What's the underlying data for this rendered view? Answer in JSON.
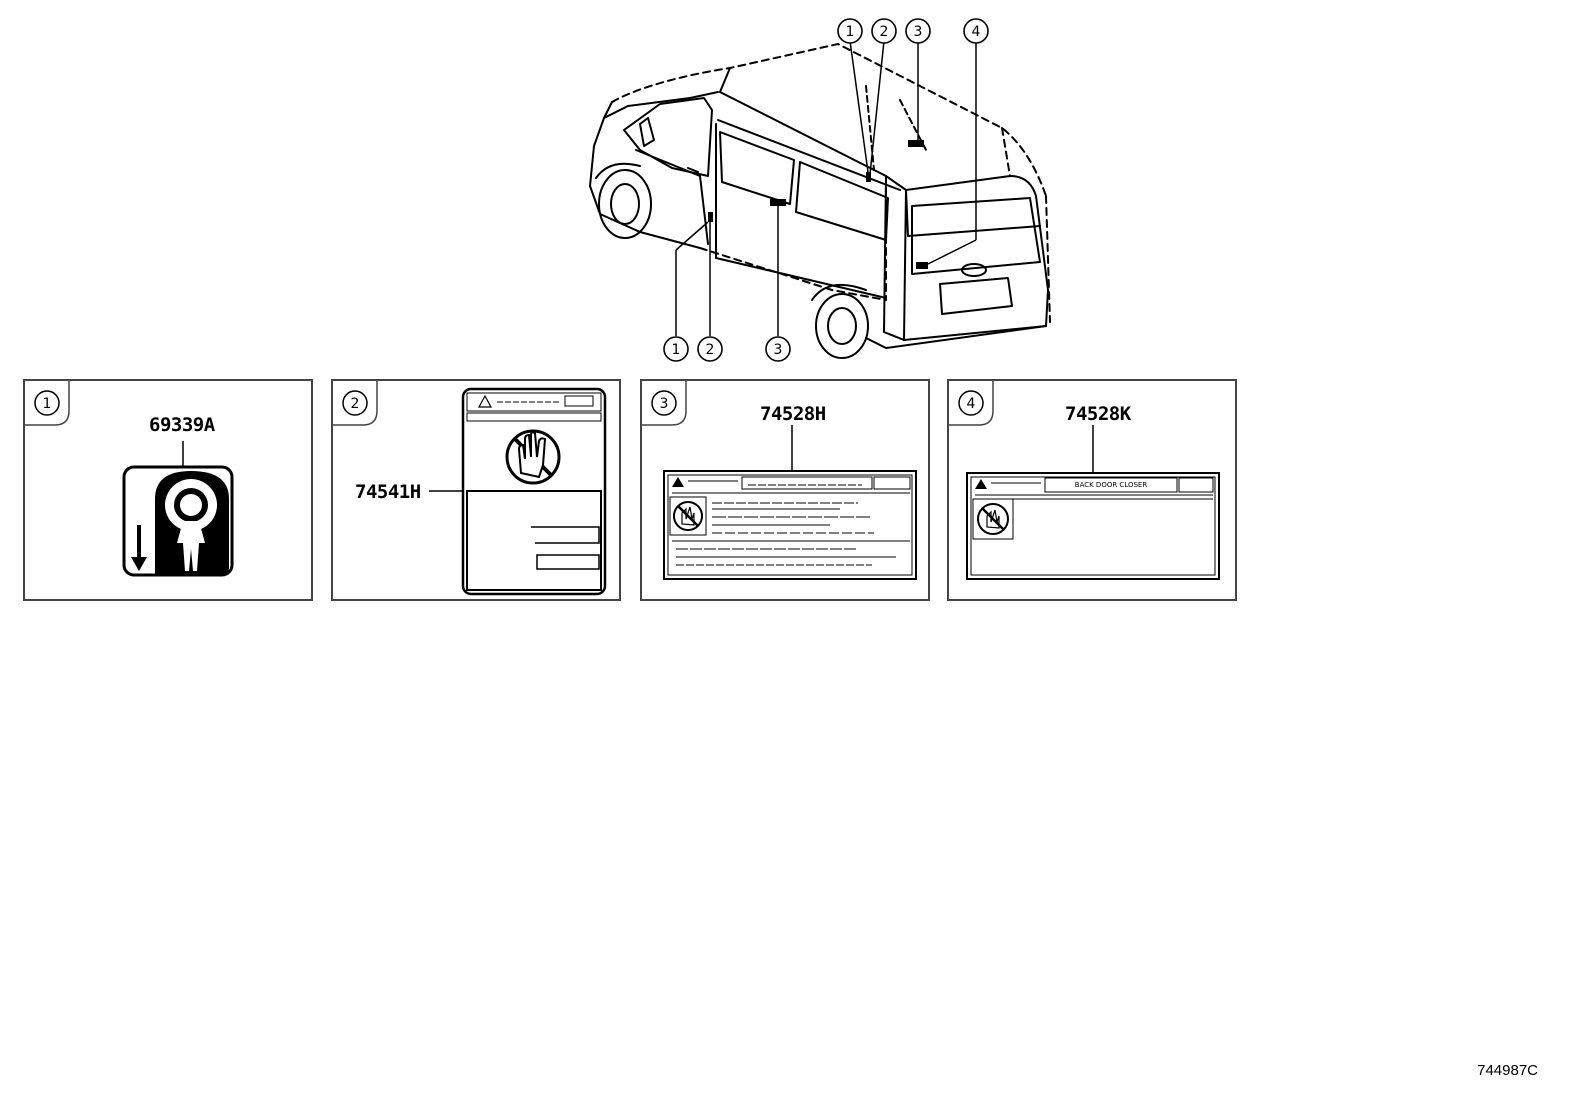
{
  "vehicle": {
    "top_callouts": [
      "1",
      "2",
      "3",
      "4"
    ],
    "bottom_callouts": [
      "1",
      "2",
      "3"
    ]
  },
  "panels": [
    {
      "index": "1",
      "part_number": "69339A"
    },
    {
      "index": "2",
      "part_number": "74541H"
    },
    {
      "index": "3",
      "part_number": "74528H"
    },
    {
      "index": "4",
      "part_number": "74528K",
      "label_heading": "BACK DOOR CLOSER"
    }
  ],
  "reference_code": "744987C"
}
